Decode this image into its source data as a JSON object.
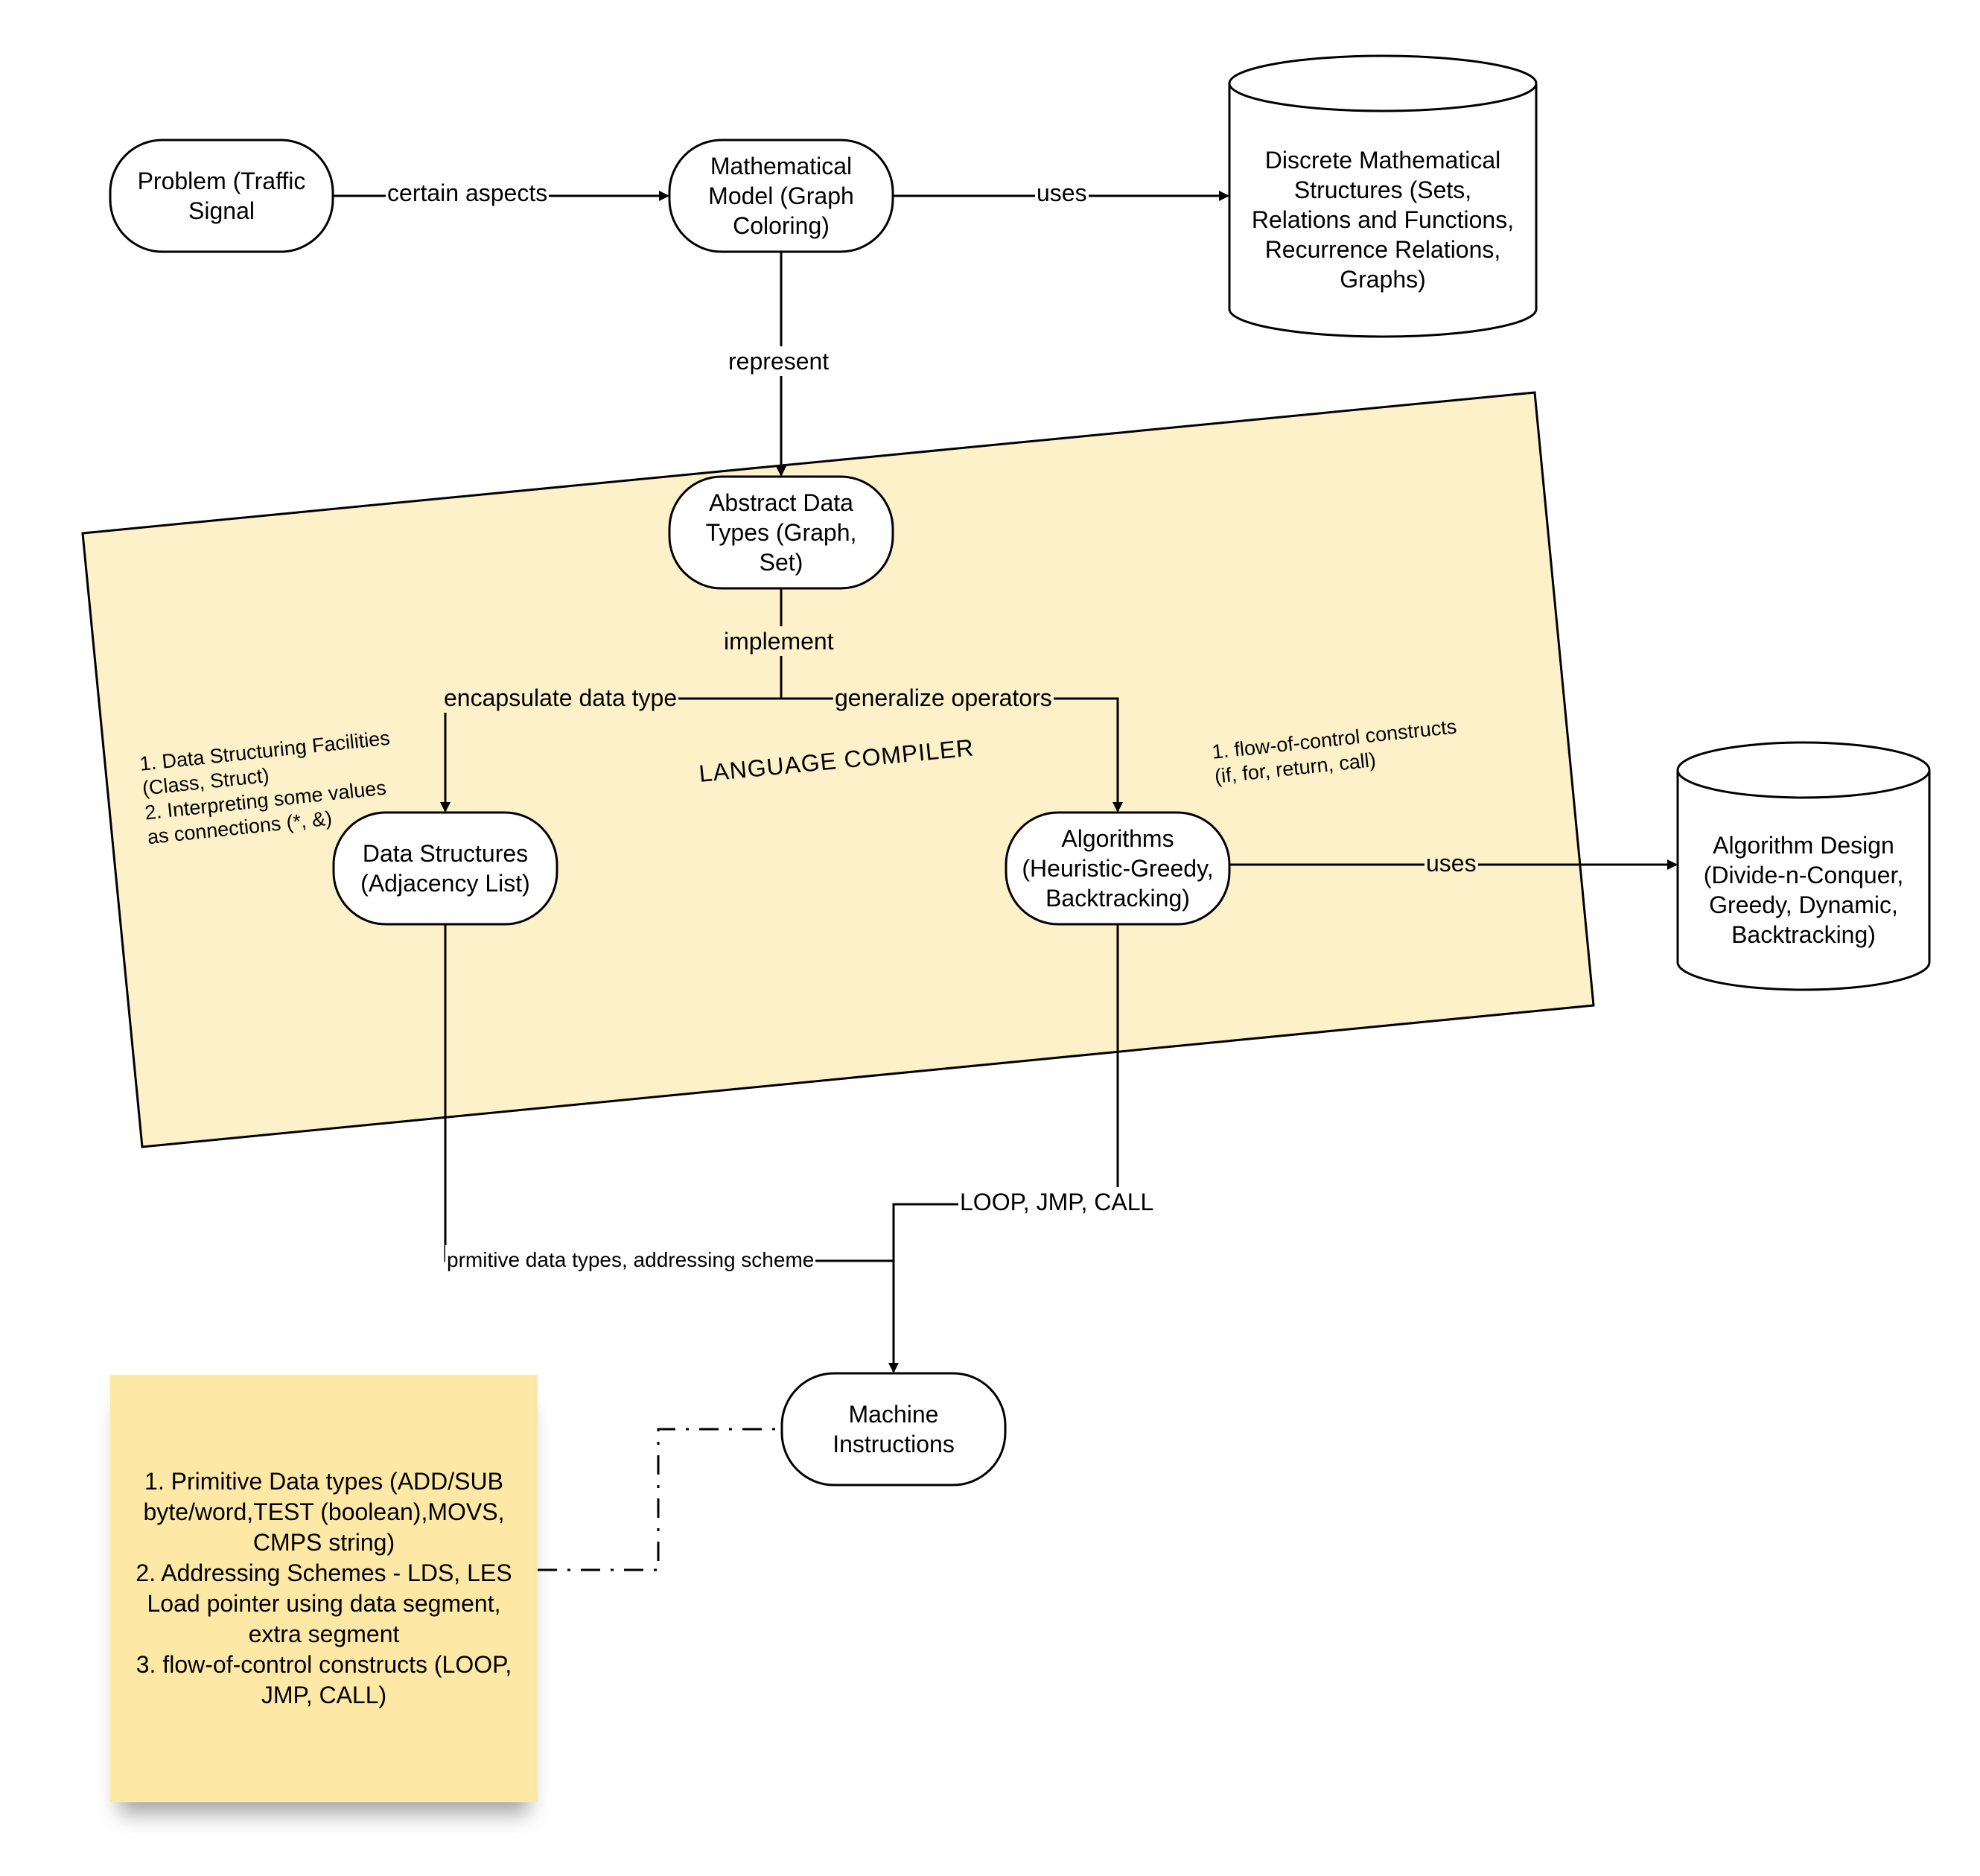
{
  "nodes": {
    "problem": "Problem (Traffic\nSignal",
    "math_model": "Mathematical\nModel (Graph\nColoring)",
    "discrete_structures": "Discrete Mathematical\nStructures (Sets,\nRelations and Functions,\nRecurrence Relations,\nGraphs)",
    "adt": "Abstract Data\nTypes (Graph,\nSet)",
    "data_structures": "Data Structures\n(Adjacency List)",
    "algorithms": "Algorithms\n(Heuristic-Greedy,\nBacktracking)",
    "algorithm_design": "Algorithm Design\n(Divide-n-Conquer,\nGreedy, Dynamic,\nBacktracking)",
    "machine_instructions": "Machine\nInstructions"
  },
  "edges": {
    "certain_aspects": "certain aspects",
    "uses_1": "uses",
    "represent": "represent",
    "implement": "implement",
    "encapsulate": "encapsulate data type",
    "generalize": "generalize operators",
    "uses_2": "uses",
    "loop_jmp_call": "LOOP, JMP, CALL",
    "primitive": "prmitive data types, addressing scheme"
  },
  "container": {
    "label": "LANGUAGE COMPILER"
  },
  "notes": {
    "left": "1. Data Structuring Facilities\n(Class, Struct)\n2. Interpreting some values\nas connections (*, &)",
    "right": "1. flow-of-control constructs\n(if, for, return, call)"
  },
  "sticky_note": "1. Primitive Data types (ADD/SUB\nbyte/word,TEST (boolean),MOVS,\nCMPS string)\n2. Addressing Schemes - LDS, LES\nLoad pointer using data segment,\nextra segment\n3. flow-of-control constructs (LOOP,\nJMP, CALL)",
  "colors": {
    "container_fill": "#fdf1c9",
    "sticky_fill": "#fde9a5",
    "stroke": "#000000"
  }
}
